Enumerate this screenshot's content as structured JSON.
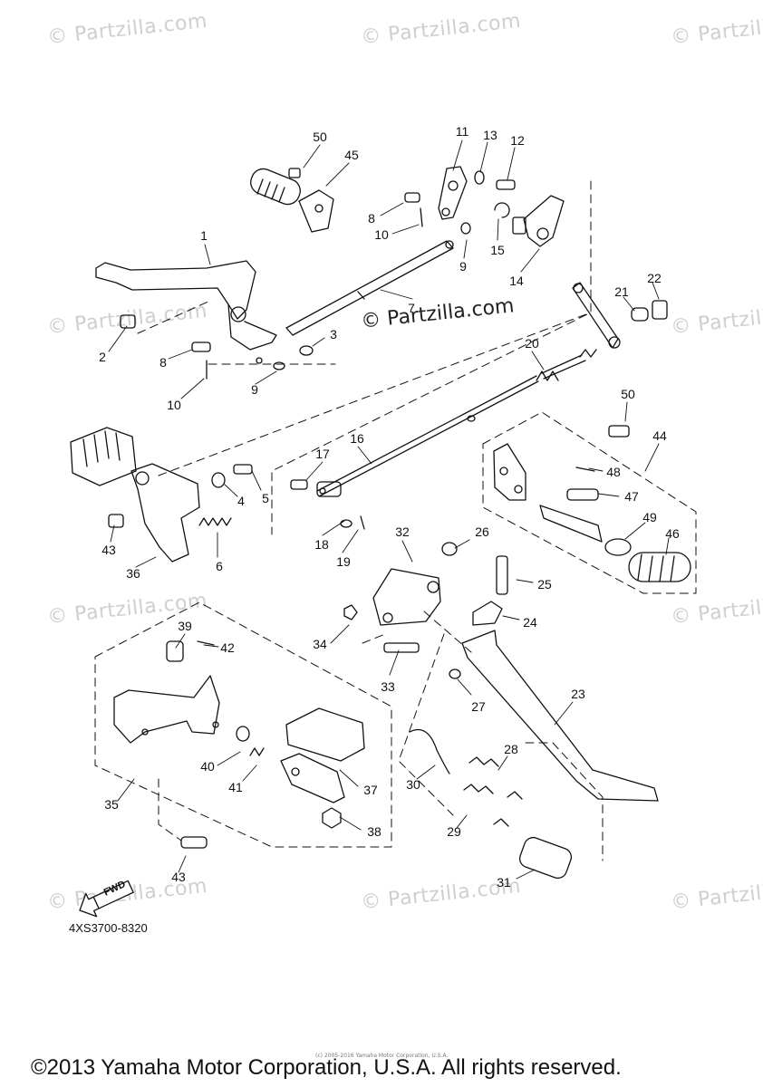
{
  "watermark": "© Partzilla.com",
  "center_watermark": "© Partzilla.com",
  "diagram_code": "4XS3700-8320",
  "fwd_label": "FWD",
  "fine_print": "(c) 2005-2016 Yamaha Motor Corporation, U.S.A.",
  "copyright": "©2013 Yamaha Motor Corporation, U.S.A. All rights reserved.",
  "callouts": {
    "c50a": "50",
    "c45": "45",
    "c11": "11",
    "c13": "13",
    "c12": "12",
    "c8a": "8",
    "c10a": "10",
    "c15": "15",
    "c9a": "9",
    "c14": "14",
    "c1": "1",
    "c7": "7",
    "c22": "22",
    "c21": "21",
    "c2": "2",
    "c3": "3",
    "c8b": "8",
    "c9b": "9",
    "c10b": "10",
    "c20": "20",
    "c50b": "50",
    "c16": "16",
    "c17": "17",
    "c44": "44",
    "c48": "48",
    "c47": "47",
    "c4": "4",
    "c5": "5",
    "c43a": "43",
    "c6": "6",
    "c36": "36",
    "c18": "18",
    "c19": "19",
    "c32": "32",
    "c26": "26",
    "c49": "49",
    "c46": "46",
    "c25": "25",
    "c24": "24",
    "c34": "34",
    "c39": "39",
    "c42": "42",
    "c33": "33",
    "c27": "27",
    "c23": "23",
    "c40": "40",
    "c41": "41",
    "c37": "37",
    "c28": "28",
    "c30": "30",
    "c35": "35",
    "c38": "38",
    "c29": "29",
    "c43b": "43",
    "c31": "31"
  }
}
